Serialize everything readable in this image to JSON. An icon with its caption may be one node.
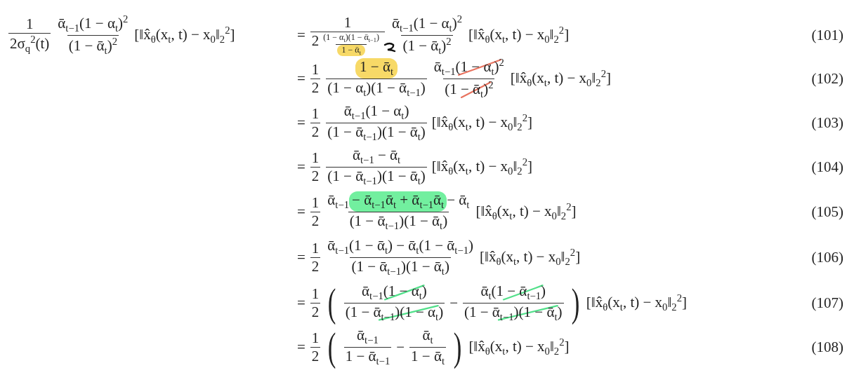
{
  "diagram": {
    "labels": [
      "1",
      "2σ$_{q}$$^{2}$(t)",
      "ᾱ$_{t−1}$(1 − α$_{t}$)$^{2}$",
      "(1 − ᾱ$_{t}$)$^{2}$",
      "[‖x̂$_{θ}$(x$_{t}$, t) − x$_{0}$‖$_{2}$$^{2}$]",
      "=",
      "1",
      "2",
      "(1 − α$_{t}$)(1 − ᾱ$_{t−1}$)",
      "1 − ᾱ$_{t}$",
      "ᾱ$_{t−1}$(1 − α$_{t}$)$^{2}$",
      "(1 − ᾱ$_{t}$)$^{2}$",
      "[‖x̂$_{θ}$(x$_{t}$, t) − x$_{0}$‖$_{2}$$^{2}$]",
      "(101)",
      "=",
      "1",
      "2",
      "1 − ᾱ$_{t}$",
      "(1 − α$_{t}$)(1 − ᾱ$_{t−1}$)",
      "ᾱ$_{t−1}$(1 − α$_{t}$)$^{2}$",
      "(1 − ᾱ$_{t}$)$^{2}$",
      "[‖x̂$_{θ}$(x$_{t}$, t) − x$_{0}$‖$_{2}$$^{2}$]",
      "(102)",
      "=",
      "1",
      "2",
      "ᾱ$_{t−1}$(1 − α$_{t}$)",
      "(1 − ᾱ$_{t−1}$)(1 − ᾱ$_{t}$)",
      "[‖x̂$_{θ}$(x$_{t}$, t) − x$_{0}$‖$_{2}$$^{2}$]",
      "(103)",
      "=",
      "1",
      "2",
      "ᾱ$_{t−1}$ − ᾱ$_{t}$",
      "(1 − ᾱ$_{t−1}$)(1 − ᾱ$_{t}$)",
      "[‖x̂$_{θ}$(x$_{t}$, t) − x$_{0}$‖$_{2}$$^{2}$]",
      "(104)",
      "=",
      "1",
      "2",
      "ᾱ$_{t−1}$",
      "− ᾱ$_{t−1}$ᾱ$_{t}$ + ᾱ$_{t−1}$ᾱ$_{t}$",
      "− ᾱ$_{t}$",
      "(1 − ᾱ$_{t−1}$)(1 − ᾱ$_{t}$)",
      "[‖x̂$_{θ}$(x$_{t}$, t) − x$_{0}$‖$_{2}$$^{2}$]",
      "(105)",
      "=",
      "1",
      "2",
      "ᾱ$_{t−1}$(1 − ᾱ$_{t}$) − ᾱ$_{t}$(1 − ᾱ$_{t−1}$)",
      "(1 − ᾱ$_{t−1}$)(1 − ᾱ$_{t}$)",
      "[‖x̂$_{θ}$(x$_{t}$, t) − x$_{0}$‖$_{2}$$^{2}$]",
      "(106)",
      "=",
      "1",
      "2",
      "(",
      "ᾱ$_{t−1}$(1 − α$_{t}$)",
      "(1 − ᾱ$_{t−1}$)(1 − α$_{t}$)",
      "−",
      "ᾱ$_{t}$(1 − ᾱ$_{t−1}$)",
      "(1 − ᾱ$_{t−1}$)(1 − ᾱ$_{t}$)",
      ")",
      "[‖x̂$_{θ}$(x$_{t}$, t) − x$_{0}$‖$_{2}$$^{2}$]",
      "(107)",
      "=",
      "1",
      "2",
      "(",
      "ᾱ$_{t−1}$",
      "1 − ᾱ$_{t−1}$",
      "−",
      "ᾱ$_{t}$",
      "1 − ᾱ$_{t}$",
      ")",
      "[‖x̂$_{θ}$(x$_{t}$, t) − x$_{0}$‖$_{2}$$^{2}$]",
      "(108)"
    ]
  }
}
